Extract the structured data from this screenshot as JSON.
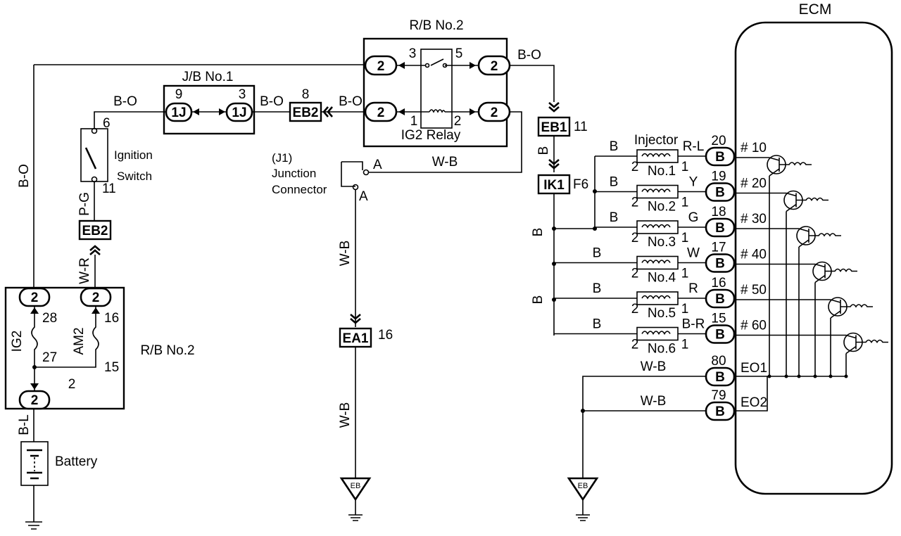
{
  "ecm": {
    "title": "ECM"
  },
  "relay_block_top": {
    "title": "R/B No.2",
    "relay_label": "IG2 Relay",
    "connectors": [
      "2",
      "2",
      "2",
      "2"
    ],
    "pins": {
      "p3": "3",
      "p5": "5",
      "p1": "1",
      "p2": "2"
    }
  },
  "relay_block_bottom": {
    "title": "R/B No.2",
    "fuse_ig2": "IG2",
    "fuse_am2": "AM2",
    "connectors": [
      "2",
      "2",
      "2"
    ],
    "pins": {
      "p28": "28",
      "p27": "27",
      "p16": "16",
      "p15": "15",
      "p2": "2"
    }
  },
  "junction_block": {
    "title": "J/B No.1",
    "conn_left": "1J",
    "conn_right": "1J",
    "pin_left": "9",
    "pin_right": "3"
  },
  "ignition_switch": {
    "label1": "Ignition",
    "label2": "Switch",
    "pin_top": "6",
    "pin_bottom": "11"
  },
  "battery": {
    "label": "Battery"
  },
  "junction_connector": {
    "id": "(J1)",
    "label1": "Junction",
    "label2": "Connector",
    "pin_a1": "A",
    "pin_a2": "A"
  },
  "connectors": {
    "eb2_top": {
      "label": "EB2",
      "pin": "8"
    },
    "eb2_left": {
      "label": "EB2"
    },
    "eb1": {
      "label": "EB1",
      "pin": "11"
    },
    "ik1": {
      "label": "IK1",
      "pin": "F6"
    },
    "ea1": {
      "label": "EA1",
      "pin": "16"
    }
  },
  "grounds": [
    "EB",
    "EB"
  ],
  "wires": {
    "bo_left_vertical": "B-O",
    "bo_ign": "B-O",
    "bo_jb": "B-O",
    "bo_relay": "B-O",
    "bo_out": "B-O",
    "pg": "P-G",
    "wr": "W-R",
    "bl": "B-L",
    "wb_relay": "W-B",
    "wb_vertical1": "W-B",
    "wb_vertical2": "W-B",
    "b_eb1": "B",
    "b_bus1": "B",
    "b_bus2": "B",
    "wb_e01": "W-B",
    "wb_e02": "W-B"
  },
  "injector_header": "Injector",
  "injectors": [
    {
      "name": "No.1",
      "wire_in": "B",
      "wire_out": "R-L",
      "ecm_pin": "20",
      "ecm_conn": "B",
      "ecm_label": "# 10",
      "pin_l": "2",
      "pin_r": "1"
    },
    {
      "name": "No.2",
      "wire_in": "B",
      "wire_out": "Y",
      "ecm_pin": "19",
      "ecm_conn": "B",
      "ecm_label": "# 20",
      "pin_l": "2",
      "pin_r": "1"
    },
    {
      "name": "No.3",
      "wire_in": "B",
      "wire_out": "G",
      "ecm_pin": "18",
      "ecm_conn": "B",
      "ecm_label": "# 30",
      "pin_l": "2",
      "pin_r": "1"
    },
    {
      "name": "No.4",
      "wire_in": "B",
      "wire_out": "W",
      "ecm_pin": "17",
      "ecm_conn": "B",
      "ecm_label": "# 40",
      "pin_l": "2",
      "pin_r": "1"
    },
    {
      "name": "No.5",
      "wire_in": "B",
      "wire_out": "R",
      "ecm_pin": "16",
      "ecm_conn": "B",
      "ecm_label": "# 50",
      "pin_l": "2",
      "pin_r": "1"
    },
    {
      "name": "No.6",
      "wire_in": "B",
      "wire_out": "B-R",
      "ecm_pin": "15",
      "ecm_conn": "B",
      "ecm_label": "# 60",
      "pin_l": "2",
      "pin_r": "1"
    }
  ],
  "ecm_grounds": [
    {
      "pin": "80",
      "conn": "B",
      "label": "EO1"
    },
    {
      "pin": "79",
      "conn": "B",
      "label": "EO2"
    }
  ]
}
